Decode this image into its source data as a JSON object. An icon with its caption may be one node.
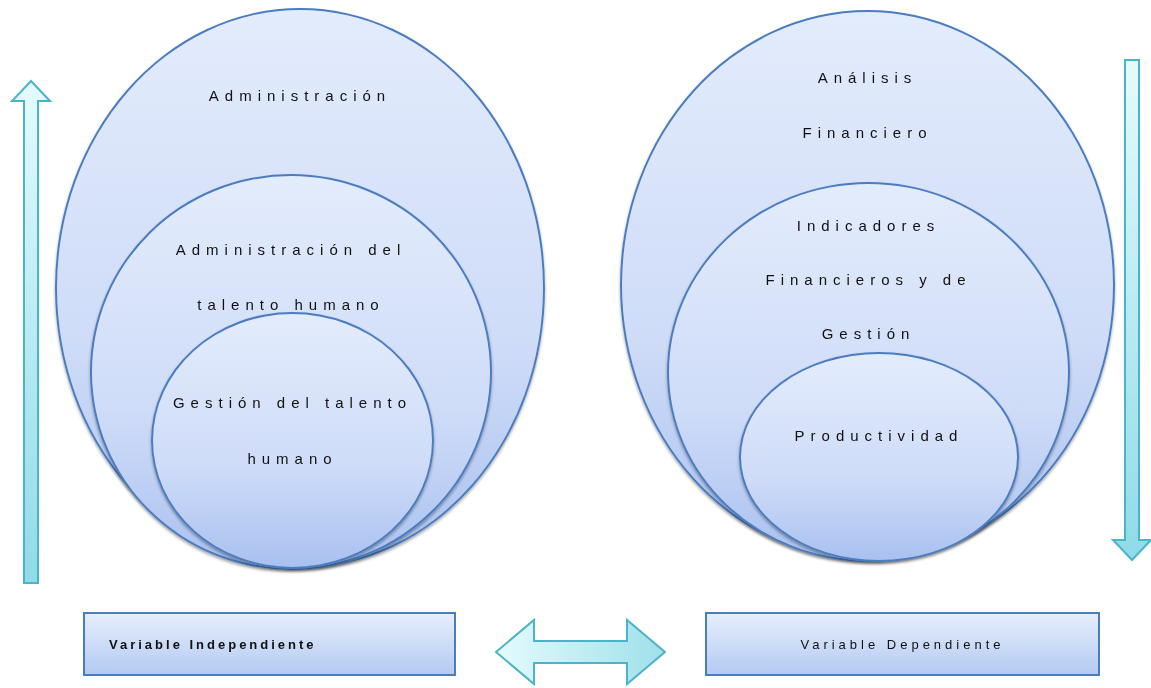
{
  "diagram": {
    "nodes": [
      {
        "text": [
          "Administración"
        ]
      },
      {
        "text": [
          "Administración del talento humano"
        ],
        "in": 0
      },
      {
        "text": [
          "Gestión del talento humano"
        ],
        "in": 1
      },
      {
        "text": [
          "Análisis Financiero"
        ]
      },
      {
        "text": [
          "Indicadores Financieros y de Gestión"
        ],
        "in": 3
      },
      {
        "text": [
          "Productividad"
        ],
        "in": 4
      },
      {
        "text": [
          "Variable Independiente"
        ]
      },
      {
        "text": [
          "Variable Dependiente"
        ]
      }
    ],
    "edges": [
      {
        "from": 6,
        "to": 7,
        "arrow": "both"
      }
    ]
  }
}
